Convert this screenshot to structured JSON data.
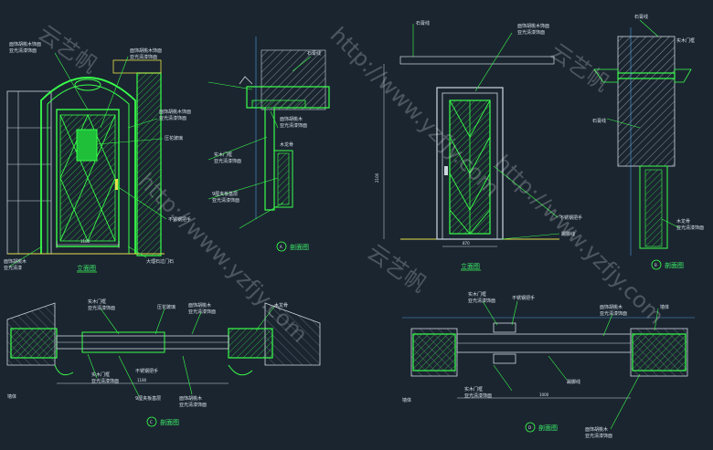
{
  "drawings": {
    "door_a": {
      "title": "立面图",
      "labels": {
        "veneer_top": "面饰胡桃木饰面",
        "lacquer_top": "亚光清漆饰面",
        "veneer_right": "面饰胡桃木饰面",
        "lacquer_right": "亚光清漆饰面",
        "veneer_arch": "面饰胡桃木饰面",
        "lacquer_arch": "亚光清漆饰面",
        "glass": "压花玻璃",
        "handle": "不锈钢把手",
        "stone_left": "面饰胡桃木",
        "stone_left2": "亚光清漆",
        "marble": "大理石过门石"
      },
      "dims": {
        "width": "1180"
      }
    },
    "section_a": {
      "title": "剖面图",
      "marker": "A",
      "labels": {
        "top": "石膏线",
        "l1": "面饰胡桃木",
        "l2": "亚光清漆饰面",
        "l3": "实木门框",
        "l4": "亚光清漆饰面",
        "l5": "木龙骨",
        "l6": "9厘夹板基层",
        "l7": "亚光清漆饰面"
      }
    },
    "door_b": {
      "title": "立面图",
      "labels": {
        "top": "石膏线",
        "veneer": "面饰胡桃木饰面",
        "lacquer": "亚光清漆饰面",
        "handle": "不锈钢把手",
        "skirting": "踢脚线"
      },
      "dims": {
        "width": "870",
        "height": "2100"
      }
    },
    "section_b": {
      "title": "剖面图",
      "marker": "B",
      "labels": {
        "top1": "石膏线",
        "top2": "实木门框",
        "l1": "石膏线",
        "l2": "木龙骨",
        "l3": "亚光清漆饰面"
      }
    },
    "plan_c": {
      "title": "剖面图",
      "marker": "C",
      "labels": {
        "t1": "实木门框",
        "t2": "亚光清漆饰面",
        "t3": "压花玻璃",
        "t4": "面饰胡桃木",
        "t5": "亚光清漆饰面",
        "t6": "木龙骨",
        "b1": "实木门框",
        "b2": "亚光清漆饰面",
        "b3": "不锈钢把手",
        "b4": "9厘夹板基层",
        "b5": "面饰胡桃木",
        "b6": "亚光清漆饰面",
        "left": "墙体"
      },
      "dims": {
        "d1": "1180"
      }
    },
    "plan_d": {
      "title": "剖面图",
      "marker": "D",
      "labels": {
        "t1": "实木门框",
        "t2": "亚光清漆饰面",
        "t3": "不锈钢把手",
        "t4": "面饰胡桃木",
        "t5": "亚光清漆饰面",
        "t6": "墙体",
        "b1": "实木门框",
        "b2": "亚光清漆饰面",
        "b3": "踢脚线",
        "b4": "面饰胡桃木",
        "b5": "亚光清漆饰面",
        "left": "墙体"
      },
      "dims": {
        "d1": "1000"
      }
    }
  },
  "watermarks": [
    "云艺帆",
    "http://www.yzfjy.com",
    "http://www.yzfjy.com",
    "云艺帆",
    "http://www.yzfjy.com",
    "云艺帆"
  ],
  "colors": {
    "background": "#1b2530",
    "primary_line": "#39ff4a",
    "secondary_line": "#cfd8df",
    "yellow": "#e6e04a",
    "blue": "#58b6ff"
  }
}
